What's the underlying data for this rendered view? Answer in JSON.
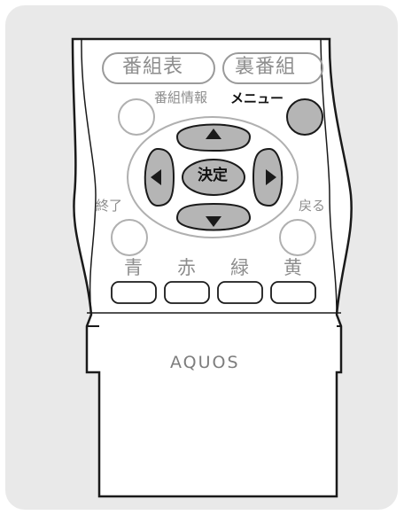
{
  "remote": {
    "pills": {
      "program_guide": "番組表",
      "reverse_guide": "裏番組"
    },
    "labels": {
      "program_info": "番組情報",
      "menu": "メニュー",
      "exit": "終了",
      "back": "戻る",
      "ok": "決定"
    },
    "color_buttons": [
      "青",
      "赤",
      "緑",
      "黄"
    ],
    "brand": "AQUOS"
  },
  "colors": {
    "panel_bg": "#e9e9e9",
    "body_white": "#ffffff",
    "button_grey": "#b5b5b5",
    "outline": "#1a1a1a",
    "label_grey": "#8d8d8d"
  }
}
